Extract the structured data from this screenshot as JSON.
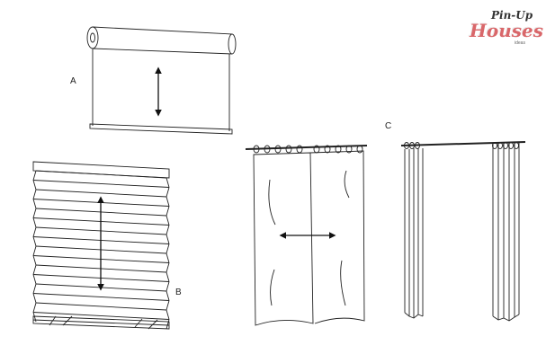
{
  "labels": {
    "a": "A",
    "b": "B",
    "c": "C"
  },
  "logo": {
    "line1": "Pin-Up",
    "line2": "Houses",
    "line3": "ideas",
    "accent_color": "#d9676a"
  },
  "items": [
    {
      "label": "A",
      "type": "roller blind",
      "arrow": "vertical"
    },
    {
      "label": "B",
      "type": "pleated blind",
      "arrow": "vertical"
    },
    {
      "label": "C",
      "type": "curtains",
      "arrow": "horizontal"
    }
  ]
}
